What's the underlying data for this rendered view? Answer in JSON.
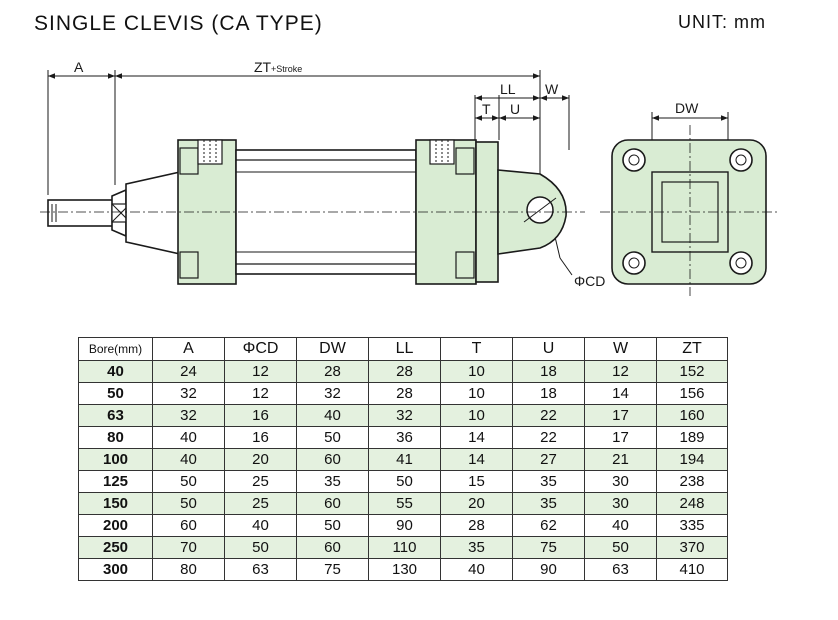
{
  "title": "SINGLE CLEVIS (CA   TYPE)",
  "unit": "UNIT: mm",
  "colors": {
    "fill": "#d9ecd3",
    "line": "#1a1a1a"
  },
  "drawing": {
    "labels": {
      "a": "A",
      "zt": "ZT",
      "stroke": "+Stroke",
      "ll": "LL",
      "w": "W",
      "t": "T",
      "u": "U",
      "dw": "DW",
      "cd": "ΦCD"
    }
  },
  "table": {
    "headers": [
      "Bore(mm)",
      "A",
      "ΦCD",
      "DW",
      "LL",
      "T",
      "U",
      "W",
      "ZT"
    ],
    "rows": [
      [
        "40",
        "24",
        "12",
        "28",
        "28",
        "10",
        "18",
        "12",
        "152"
      ],
      [
        "50",
        "32",
        "12",
        "32",
        "28",
        "10",
        "18",
        "14",
        "156"
      ],
      [
        "63",
        "32",
        "16",
        "40",
        "32",
        "10",
        "22",
        "17",
        "160"
      ],
      [
        "80",
        "40",
        "16",
        "50",
        "36",
        "14",
        "22",
        "17",
        "189"
      ],
      [
        "100",
        "40",
        "20",
        "60",
        "41",
        "14",
        "27",
        "21",
        "194"
      ],
      [
        "125",
        "50",
        "25",
        "35",
        "50",
        "15",
        "35",
        "30",
        "238"
      ],
      [
        "150",
        "50",
        "25",
        "60",
        "55",
        "20",
        "35",
        "30",
        "248"
      ],
      [
        "200",
        "60",
        "40",
        "50",
        "90",
        "28",
        "62",
        "40",
        "335"
      ],
      [
        "250",
        "70",
        "50",
        "60",
        "110",
        "35",
        "75",
        "50",
        "370"
      ],
      [
        "300",
        "80",
        "63",
        "75",
        "130",
        "40",
        "90",
        "63",
        "410"
      ]
    ]
  }
}
